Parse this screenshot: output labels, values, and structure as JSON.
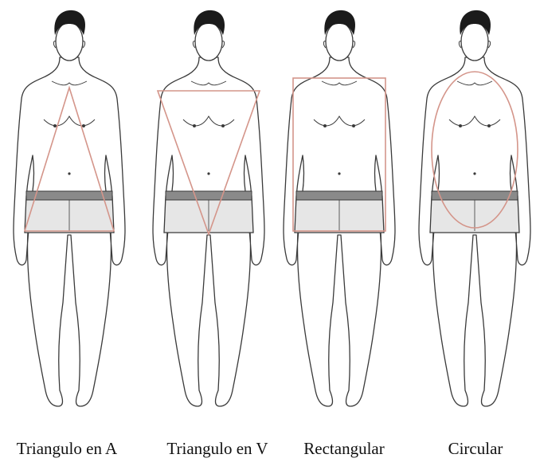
{
  "figures": [
    {
      "label": "Triangulo en A",
      "shape": "triangle-up"
    },
    {
      "label": "Triangulo en V",
      "shape": "triangle-down"
    },
    {
      "label": "Rectangular",
      "shape": "rectangle"
    },
    {
      "label": "Circular",
      "shape": "ellipse"
    }
  ],
  "colors": {
    "outline": "#3a3a3a",
    "hair": "#1b1b1b",
    "shorts": "#e6e6e6",
    "waistband": "#8a8a8a",
    "shape_overlay": "#d4958a"
  }
}
